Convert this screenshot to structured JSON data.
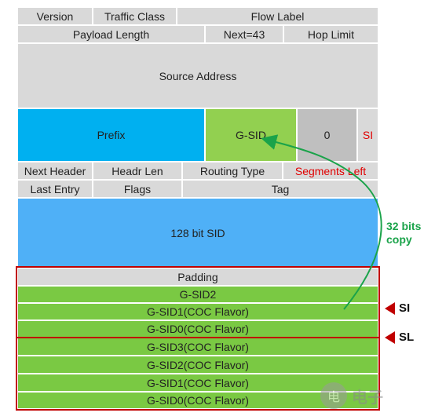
{
  "header": {
    "version": "Version",
    "traffic_class": "Traffic Class",
    "flow_label": "Flow Label",
    "payload_length": "Payload Length",
    "next_header": "Next=43",
    "hop_limit": "Hop Limit",
    "source_address": "Source Address"
  },
  "destination": {
    "prefix": "Prefix",
    "gsid": "G-SID",
    "zero": "0",
    "si": "SI"
  },
  "srh": {
    "next_header": "Next Header",
    "header_len": "Headr Len",
    "routing_type": "Routing Type",
    "segments_left": "Segments Left",
    "last_entry": "Last Entry",
    "flags": "Flags",
    "tag": "Tag",
    "sid_128": "128 bit SID"
  },
  "segment_list": {
    "padding": "Padding",
    "items": [
      "G-SID2",
      "G-SID1(COC Flavor)",
      "G-SID0(COC Flavor)",
      "G-SID3(COC Flavor)",
      "G-SID2(COC Flavor)",
      "G-SID1(COC Flavor)",
      "G-SID0(COC Flavor)"
    ]
  },
  "annotations": {
    "copy_line1": "32 bits",
    "copy_line2": "copy",
    "si_marker": "SI",
    "sl_marker": "SL"
  },
  "watermark": {
    "symbol": "电",
    "text": "电子"
  },
  "colors": {
    "gray": "#d9d9d9",
    "cyan": "#00b0f0",
    "light_green": "#92d050",
    "blue": "#4fb0f7",
    "green": "#7ac943",
    "red": "#c00000",
    "arrow_green": "#1aa34a"
  }
}
